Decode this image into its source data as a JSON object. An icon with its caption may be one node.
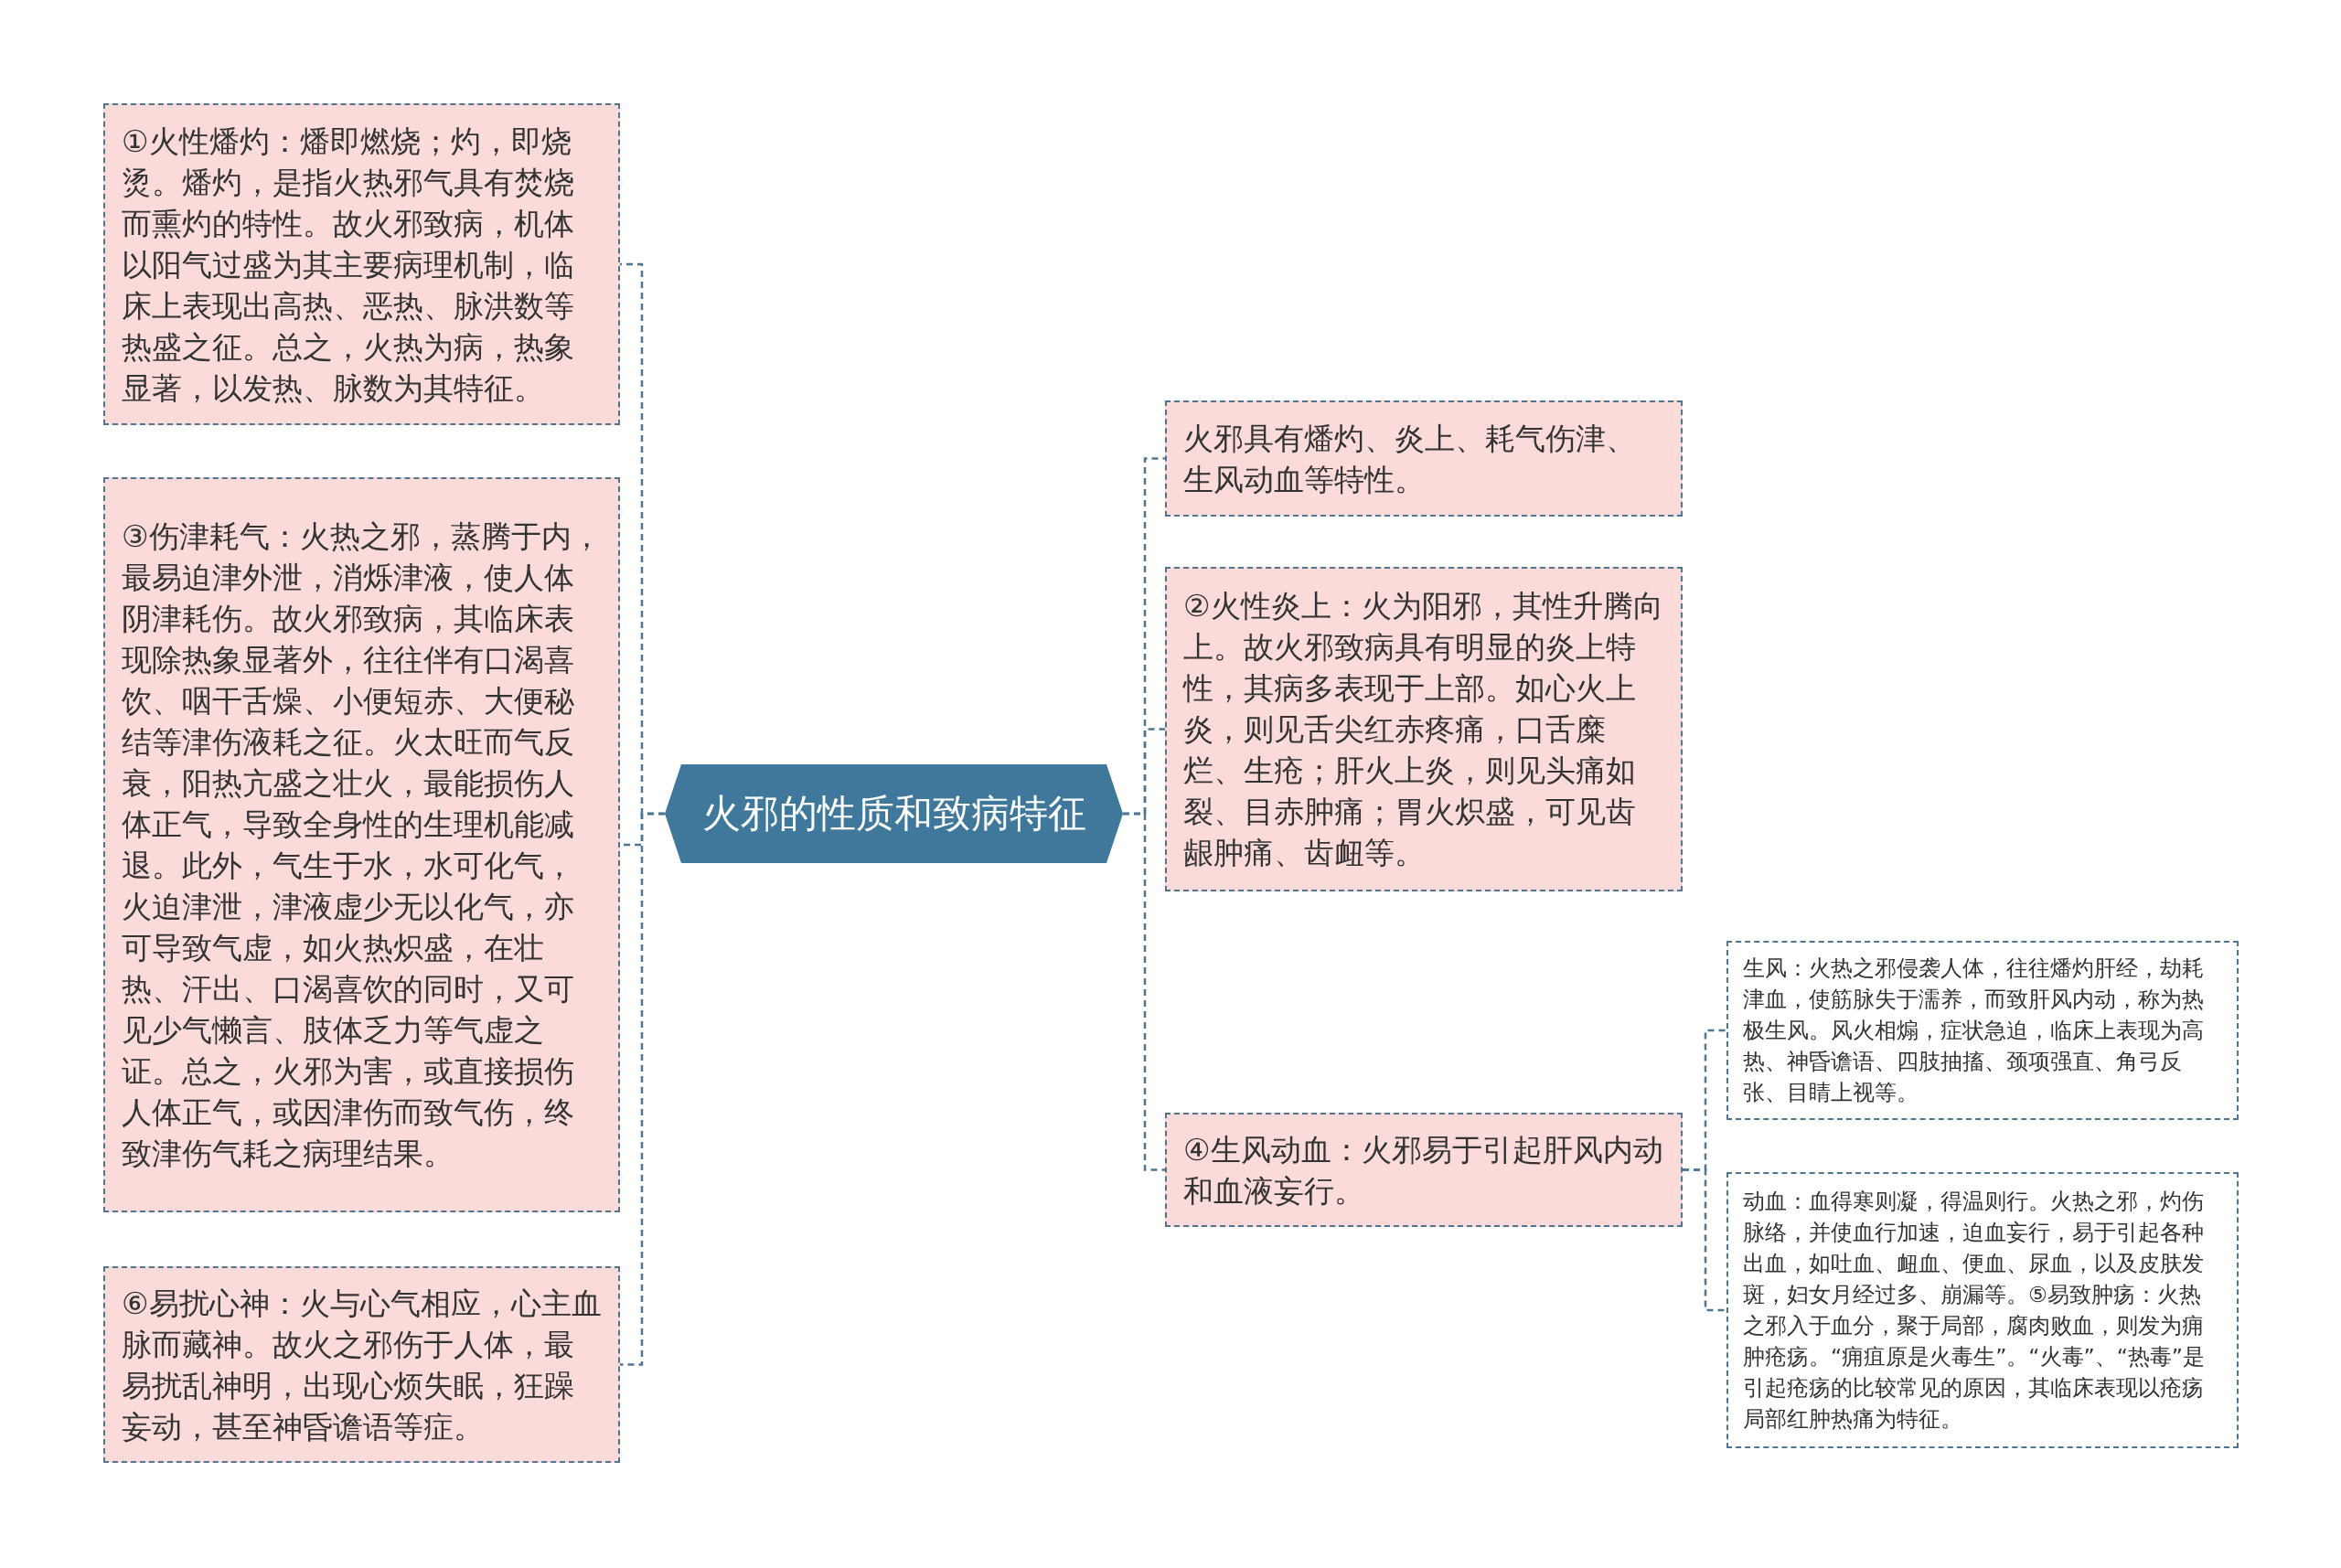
{
  "diagram": {
    "nodes": [
      {
        "text": [
          "火邪的性质和致病特征"
        ]
      },
      {
        "text": [
          "①火性燔灼：燔即燃烧；灼，即烧烫。燔灼，是指火热邪气具有焚烧而熏灼的特性。故火邪致病，机体以阳气过盛为其主要病理机制，临床上表现出高热、恶热、脉洪数等热盛之征。总之，火热为病，热象显著，以发热、脉数为其特征。"
        ]
      },
      {
        "text": [
          "③伤津耗气：火热之邪，蒸腾于内，最易迫津外泄，消烁津液，使人体阴津耗伤。故火邪致病，其临床表现除热象显著外，往往伴有口渴喜饮、咽干舌燥、小便短赤、大便秘结等津伤液耗之征。火太旺而气反衰，阳热亢盛之壮火，最能损伤人体正气，导致全身性的生理机能减退。此外，气生于水，水可化气，火迫津泄，津液虚少无以化气，亦可导致气虚，如火热炽盛，在壮热、汗出、口渴喜饮的同时，又可见少气懒言、肢体乏力等气虚之证。总之，火邪为害，或直接损伤人体正气，或因津伤而致气伤，终致津伤气耗之病理结果。"
        ]
      },
      {
        "text": [
          "⑥易扰心神：火与心气相应，心主血脉而藏神。故火之邪伤于人体，最易扰乱神明，出现心烦失眠，狂躁妄动，甚至神昏谵语等症。"
        ]
      },
      {
        "text": [
          "火邪具有燔灼、炎上、耗气伤津、生风动血等特性。"
        ]
      },
      {
        "text": [
          "②火性炎上：火为阳邪，其性升腾向上。故火邪致病具有明显的炎上特性，其病多表现于上部。如心火上炎，则见舌尖红赤疼痛，口舌糜烂、生疮；肝火上炎，则见头痛如裂、目赤肿痛；胃火炽盛，可见齿龈肿痛、齿衄等。"
        ]
      },
      {
        "text": [
          "④生风动血：火邪易于引起肝风内动和血液妄行。"
        ]
      },
      {
        "text": [
          "生风：火热之邪侵袭人体，往往燔灼肝经，劫耗津血，使筋脉失于濡养，而致肝风内动，称为热极生风。风火相煽，症状急迫，临床上表现为高热、神昏谵语、四肢抽搐、颈项强直、角弓反张、目睛上视等。"
        ]
      },
      {
        "text": [
          "动血：血得寒则凝，得温则行。火热之邪，灼伤脉络，并使血行加速，迫血妄行，易于引起各种出血，如吐血、衄血、便血、尿血，以及皮肤发斑，妇女月经过多、崩漏等。⑤易致肿疡：火热之邪入于血分，聚于局部，腐肉败血，则发为痈肿疮疡。“痈疽原是火毒生”。“火毒”、“热毒”是引起疮疡的比较常见的原因，其临床表现以疮疡局部红肿热痛为特征。"
        ]
      }
    ],
    "edges": [
      {
        "from": 0,
        "to": 1,
        "arrow": "none"
      },
      {
        "from": 0,
        "to": 2,
        "arrow": "none"
      },
      {
        "from": 0,
        "to": 3,
        "arrow": "none"
      },
      {
        "from": 0,
        "to": 4,
        "arrow": "none"
      },
      {
        "from": 0,
        "to": 5,
        "arrow": "none"
      },
      {
        "from": 0,
        "to": 6,
        "arrow": "none"
      },
      {
        "from": 6,
        "to": 7,
        "arrow": "none"
      },
      {
        "from": 6,
        "to": 8,
        "arrow": "none"
      }
    ]
  }
}
